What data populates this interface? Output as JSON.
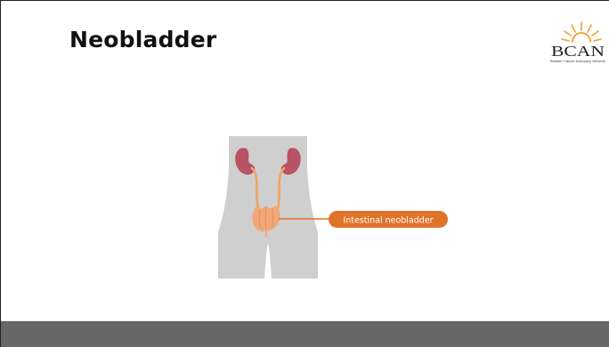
{
  "slide": {
    "title": "Neobladder"
  },
  "logo": {
    "wordmark": "BCAN",
    "tagline": "Bladder Cancer Advocacy Network"
  },
  "diagram": {
    "callout_label": "Intestinal neobladder"
  },
  "colors": {
    "title_text": "#111111",
    "body_silhouette": "#cfcfcf",
    "kidney": "#b85365",
    "ureter": "#f4a361",
    "neobladder": "#f1a77a",
    "callout_background": "#e0732a",
    "callout_text": "#ffffff",
    "logo_sun": "#f0a030",
    "footer_bar": "#676767"
  }
}
